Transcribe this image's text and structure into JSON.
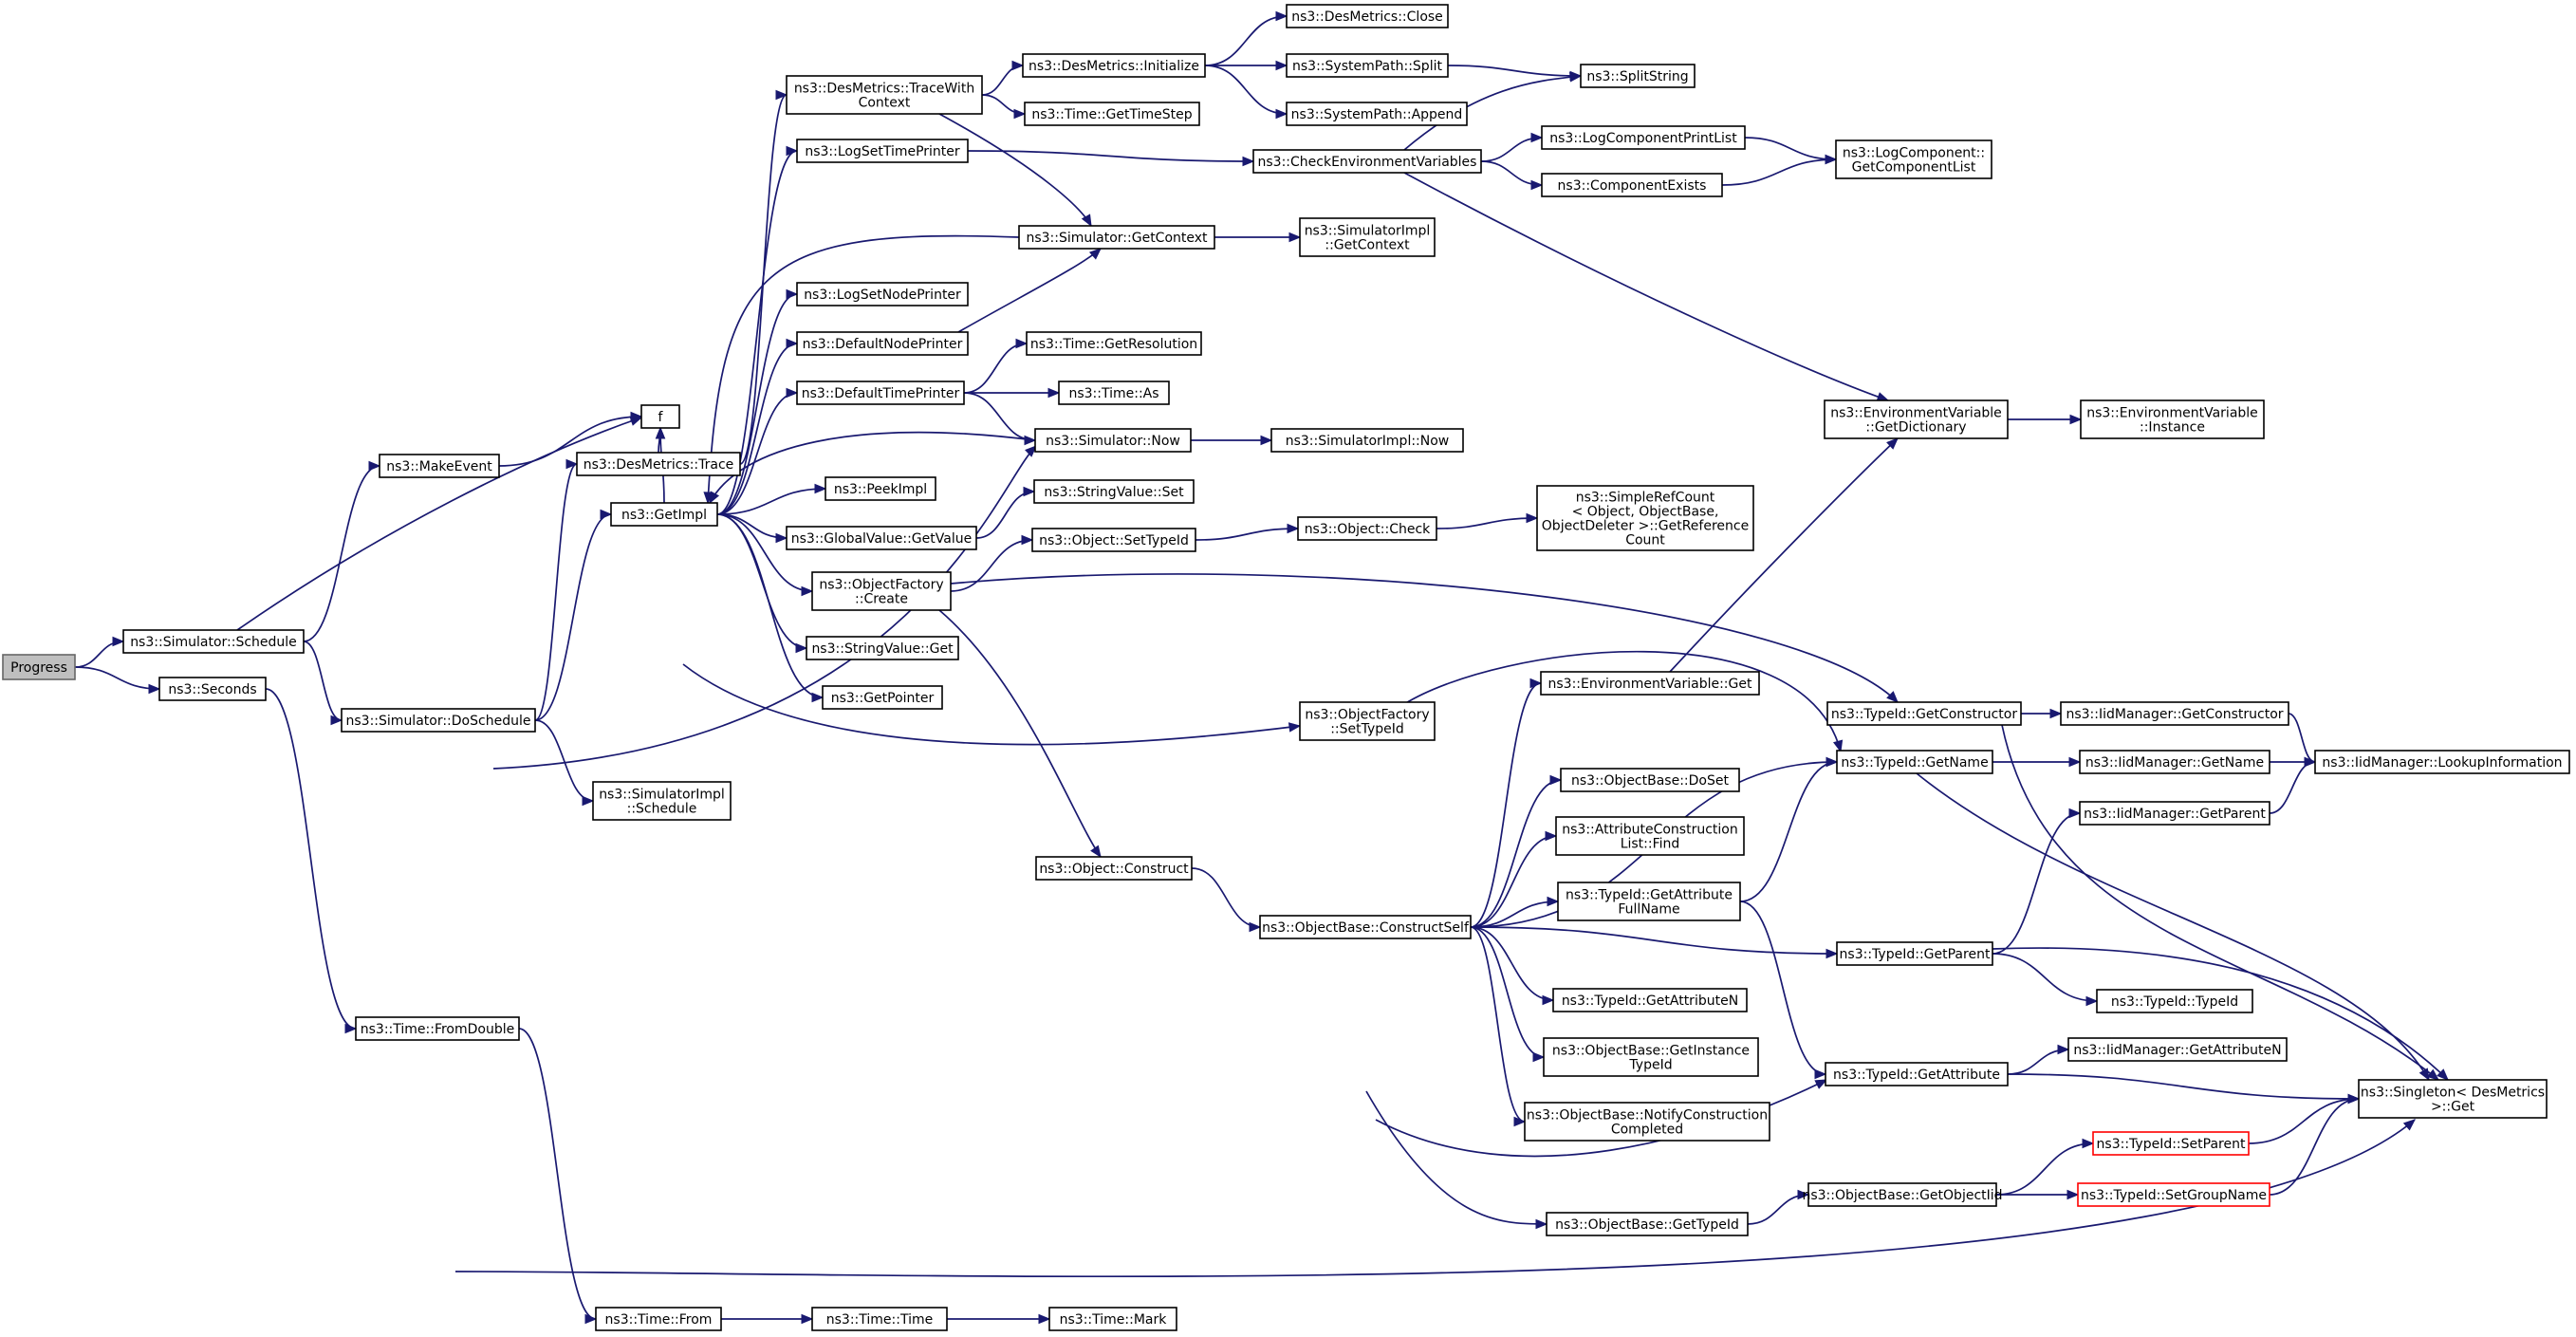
{
  "graph": {
    "edge_color": "#191970",
    "node_border": "#000000",
    "root_fill": "#bfbfbf",
    "truncated_node_border": "#ff0000",
    "nodes": [
      {
        "id": "progress",
        "label": [
          "Progress"
        ],
        "style": "root"
      },
      {
        "id": "sim_schedule",
        "label": [
          "ns3::Simulator::Schedule"
        ]
      },
      {
        "id": "seconds",
        "label": [
          "ns3::Seconds"
        ]
      },
      {
        "id": "makeevent",
        "label": [
          "ns3::MakeEvent"
        ]
      },
      {
        "id": "f",
        "label": [
          "f"
        ]
      },
      {
        "id": "sim_doschedule",
        "label": [
          "ns3::Simulator::DoSchedule"
        ]
      },
      {
        "id": "desmetrics_trace",
        "label": [
          "ns3::DesMetrics::Trace"
        ]
      },
      {
        "id": "getimpl",
        "label": [
          "ns3::GetImpl"
        ]
      },
      {
        "id": "simimpl_schedule",
        "label": [
          "ns3::SimulatorImpl",
          "::Schedule"
        ]
      },
      {
        "id": "time_fromdouble",
        "label": [
          "ns3::Time::FromDouble"
        ]
      },
      {
        "id": "time_from",
        "label": [
          "ns3::Time::From"
        ]
      },
      {
        "id": "time_time",
        "label": [
          "ns3::Time::Time"
        ]
      },
      {
        "id": "time_mark",
        "label": [
          "ns3::Time::Mark"
        ]
      },
      {
        "id": "tracewithcontext",
        "label": [
          "ns3::DesMetrics::TraceWith",
          "Context"
        ]
      },
      {
        "id": "logsettimeprinter",
        "label": [
          "ns3::LogSetTimePrinter"
        ]
      },
      {
        "id": "logsetnodeprinter",
        "label": [
          "ns3::LogSetNodePrinter"
        ]
      },
      {
        "id": "defaultnodeprinter",
        "label": [
          "ns3::DefaultNodePrinter"
        ]
      },
      {
        "id": "defaulttimeprinter",
        "label": [
          "ns3::DefaultTimePrinter"
        ]
      },
      {
        "id": "peekimpl",
        "label": [
          "ns3::PeekImpl"
        ]
      },
      {
        "id": "globalvalue_getvalue",
        "label": [
          "ns3::GlobalValue::GetValue"
        ]
      },
      {
        "id": "objectfactory_create",
        "label": [
          "ns3::ObjectFactory",
          "::Create"
        ]
      },
      {
        "id": "stringvalue_get",
        "label": [
          "ns3::StringValue::Get"
        ]
      },
      {
        "id": "getpointer",
        "label": [
          "ns3::GetPointer"
        ]
      },
      {
        "id": "desmetrics_initialize",
        "label": [
          "ns3::DesMetrics::Initialize"
        ]
      },
      {
        "id": "time_gettimestep",
        "label": [
          "ns3::Time::GetTimeStep"
        ]
      },
      {
        "id": "sim_getcontext",
        "label": [
          "ns3::Simulator::GetContext"
        ]
      },
      {
        "id": "time_getresolution",
        "label": [
          "ns3::Time::GetResolution"
        ]
      },
      {
        "id": "time_as",
        "label": [
          "ns3::Time::As"
        ]
      },
      {
        "id": "sim_now",
        "label": [
          "ns3::Simulator::Now"
        ]
      },
      {
        "id": "stringvalue_set",
        "label": [
          "ns3::StringValue::Set"
        ]
      },
      {
        "id": "object_settypeid",
        "label": [
          "ns3::Object::SetTypeId"
        ]
      },
      {
        "id": "object_construct",
        "label": [
          "ns3::Object::Construct"
        ]
      },
      {
        "id": "desmetrics_close",
        "label": [
          "ns3::DesMetrics::Close"
        ]
      },
      {
        "id": "systempath_split",
        "label": [
          "ns3::SystemPath::Split"
        ]
      },
      {
        "id": "systempath_append",
        "label": [
          "ns3::SystemPath::Append"
        ]
      },
      {
        "id": "checkenvvars",
        "label": [
          "ns3::CheckEnvironmentVariables"
        ]
      },
      {
        "id": "simimpl_getcontext",
        "label": [
          "ns3::SimulatorImpl",
          "::GetContext"
        ]
      },
      {
        "id": "simimpl_now",
        "label": [
          "ns3::SimulatorImpl::Now"
        ]
      },
      {
        "id": "object_check",
        "label": [
          "ns3::Object::Check"
        ]
      },
      {
        "id": "objectfactory_settypeid",
        "label": [
          "ns3::ObjectFactory",
          "::SetTypeId"
        ]
      },
      {
        "id": "objectbase_constructself",
        "label": [
          "ns3::ObjectBase::ConstructSelf"
        ]
      },
      {
        "id": "splitstring",
        "label": [
          "ns3::SplitString"
        ]
      },
      {
        "id": "logcomponentprintlist",
        "label": [
          "ns3::LogComponentPrintList"
        ]
      },
      {
        "id": "componentexists",
        "label": [
          "ns3::ComponentExists"
        ]
      },
      {
        "id": "simplerefcount",
        "label": [
          "ns3::SimpleRefCount",
          "< Object, ObjectBase,",
          "ObjectDeleter >::GetReference",
          "Count"
        ]
      },
      {
        "id": "envvar_get",
        "label": [
          "ns3::EnvironmentVariable::Get"
        ]
      },
      {
        "id": "objectbase_doset",
        "label": [
          "ns3::ObjectBase::DoSet"
        ]
      },
      {
        "id": "attrconstructionlist_find",
        "label": [
          "ns3::AttributeConstruction",
          "List::Find"
        ]
      },
      {
        "id": "typeid_getattributefullname",
        "label": [
          "ns3::TypeId::GetAttribute",
          "FullName"
        ]
      },
      {
        "id": "typeid_getattributen",
        "label": [
          "ns3::TypeId::GetAttributeN"
        ]
      },
      {
        "id": "objectbase_getinstancetypeid",
        "label": [
          "ns3::ObjectBase::GetInstance",
          "TypeId"
        ]
      },
      {
        "id": "objectbase_notifyconstructioncompleted",
        "label": [
          "ns3::ObjectBase::NotifyConstruction",
          "Completed"
        ]
      },
      {
        "id": "objectbase_gettypeid",
        "label": [
          "ns3::ObjectBase::GetTypeId"
        ]
      },
      {
        "id": "logcomponent_getcomponentlist",
        "label": [
          "ns3::LogComponent::",
          "GetComponentList"
        ]
      },
      {
        "id": "envvar_getdictionary",
        "label": [
          "ns3::EnvironmentVariable",
          "::GetDictionary"
        ]
      },
      {
        "id": "envvar_instance",
        "label": [
          "ns3::EnvironmentVariable",
          "::Instance"
        ]
      },
      {
        "id": "typeid_getconstructor",
        "label": [
          "ns3::TypeId::GetConstructor"
        ]
      },
      {
        "id": "typeid_getname",
        "label": [
          "ns3::TypeId::GetName"
        ]
      },
      {
        "id": "typeid_getparent",
        "label": [
          "ns3::TypeId::GetParent"
        ]
      },
      {
        "id": "typeid_getattribute",
        "label": [
          "ns3::TypeId::GetAttribute"
        ]
      },
      {
        "id": "objectbase_getobjectiid",
        "label": [
          "ns3::ObjectBase::GetObjectIid"
        ]
      },
      {
        "id": "iidmanager_getconstructor",
        "label": [
          "ns3::IidManager::GetConstructor"
        ]
      },
      {
        "id": "iidmanager_getname",
        "label": [
          "ns3::IidManager::GetName"
        ]
      },
      {
        "id": "iidmanager_getparent",
        "label": [
          "ns3::IidManager::GetParent"
        ]
      },
      {
        "id": "typeid_typeid",
        "label": [
          "ns3::TypeId::TypeId"
        ]
      },
      {
        "id": "iidmanager_getattributen",
        "label": [
          "ns3::IidManager::GetAttributeN"
        ]
      },
      {
        "id": "typeid_setparent",
        "label": [
          "ns3::TypeId::SetParent"
        ],
        "style": "red"
      },
      {
        "id": "typeid_setgroupname",
        "label": [
          "ns3::TypeId::SetGroupName"
        ],
        "style": "red"
      },
      {
        "id": "iidmanager_lookupinformation",
        "label": [
          "ns3::IidManager::LookupInformation"
        ]
      },
      {
        "id": "singleton_get",
        "label": [
          "ns3::Singleton< DesMetrics",
          ">::Get"
        ]
      }
    ],
    "edges": [
      [
        "progress",
        "sim_schedule"
      ],
      [
        "progress",
        "seconds"
      ],
      [
        "sim_schedule",
        "makeevent"
      ],
      [
        "sim_schedule",
        "f"
      ],
      [
        "sim_schedule",
        "sim_doschedule"
      ],
      [
        "makeevent",
        "f"
      ],
      [
        "seconds",
        "time_fromdouble"
      ],
      [
        "time_fromdouble",
        "time_from"
      ],
      [
        "time_from",
        "time_time"
      ],
      [
        "time_time",
        "time_mark"
      ],
      [
        "sim_doschedule",
        "desmetrics_trace"
      ],
      [
        "sim_doschedule",
        "getimpl"
      ],
      [
        "sim_doschedule",
        "simimpl_schedule"
      ],
      [
        "sim_doschedule",
        "sim_now"
      ],
      [
        "sim_doschedule",
        "singleton_get"
      ],
      [
        "desmetrics_trace",
        "f"
      ],
      [
        "desmetrics_trace",
        "tracewithcontext"
      ],
      [
        "getimpl",
        "f"
      ],
      [
        "getimpl",
        "logsettimeprinter"
      ],
      [
        "getimpl",
        "logsetnodeprinter"
      ],
      [
        "getimpl",
        "defaultnodeprinter"
      ],
      [
        "getimpl",
        "defaulttimeprinter"
      ],
      [
        "getimpl",
        "peekimpl"
      ],
      [
        "getimpl",
        "globalvalue_getvalue"
      ],
      [
        "getimpl",
        "objectfactory_create"
      ],
      [
        "getimpl",
        "stringvalue_get"
      ],
      [
        "getimpl",
        "getpointer"
      ],
      [
        "getimpl",
        "objectfactory_settypeid"
      ],
      [
        "sim_getcontext",
        "getimpl"
      ],
      [
        "sim_now",
        "getimpl"
      ],
      [
        "tracewithcontext",
        "desmetrics_initialize"
      ],
      [
        "tracewithcontext",
        "time_gettimestep"
      ],
      [
        "tracewithcontext",
        "sim_getcontext"
      ],
      [
        "desmetrics_initialize",
        "desmetrics_close"
      ],
      [
        "desmetrics_initialize",
        "systempath_split"
      ],
      [
        "desmetrics_initialize",
        "systempath_append"
      ],
      [
        "systempath_split",
        "splitstring"
      ],
      [
        "logsettimeprinter",
        "checkenvvars"
      ],
      [
        "checkenvvars",
        "splitstring"
      ],
      [
        "checkenvvars",
        "logcomponentprintlist"
      ],
      [
        "checkenvvars",
        "componentexists"
      ],
      [
        "checkenvvars",
        "envvar_getdictionary"
      ],
      [
        "logcomponentprintlist",
        "logcomponent_getcomponentlist"
      ],
      [
        "componentexists",
        "logcomponent_getcomponentlist"
      ],
      [
        "sim_getcontext",
        "simimpl_getcontext"
      ],
      [
        "defaultnodeprinter",
        "sim_getcontext"
      ],
      [
        "defaulttimeprinter",
        "time_getresolution"
      ],
      [
        "defaulttimeprinter",
        "time_as"
      ],
      [
        "defaulttimeprinter",
        "sim_now"
      ],
      [
        "sim_now",
        "simimpl_now"
      ],
      [
        "globalvalue_getvalue",
        "stringvalue_set"
      ],
      [
        "objectfactory_create",
        "object_settypeid"
      ],
      [
        "objectfactory_create",
        "object_construct"
      ],
      [
        "objectfactory_create",
        "typeid_getconstructor"
      ],
      [
        "object_settypeid",
        "object_check"
      ],
      [
        "object_check",
        "simplerefcount"
      ],
      [
        "object_construct",
        "objectbase_constructself"
      ],
      [
        "objectfactory_settypeid",
        "typeid_getname"
      ],
      [
        "objectbase_constructself",
        "envvar_get"
      ],
      [
        "objectbase_constructself",
        "typeid_getname"
      ],
      [
        "objectbase_constructself",
        "objectbase_doset"
      ],
      [
        "objectbase_constructself",
        "attrconstructionlist_find"
      ],
      [
        "objectbase_constructself",
        "typeid_getattributefullname"
      ],
      [
        "objectbase_constructself",
        "typeid_getparent"
      ],
      [
        "objectbase_constructself",
        "typeid_getattributen"
      ],
      [
        "objectbase_constructself",
        "objectbase_getinstancetypeid"
      ],
      [
        "objectbase_constructself",
        "objectbase_notifyconstructioncompleted"
      ],
      [
        "objectbase_constructself",
        "typeid_getattribute"
      ],
      [
        "objectbase_constructself",
        "objectbase_gettypeid"
      ],
      [
        "envvar_get",
        "envvar_getdictionary"
      ],
      [
        "envvar_getdictionary",
        "envvar_instance"
      ],
      [
        "typeid_getattributefullname",
        "typeid_getname"
      ],
      [
        "typeid_getattributefullname",
        "typeid_getattribute"
      ],
      [
        "objectbase_gettypeid",
        "objectbase_getobjectiid"
      ],
      [
        "objectbase_getobjectiid",
        "typeid_setparent"
      ],
      [
        "objectbase_getobjectiid",
        "typeid_setgroupname"
      ],
      [
        "typeid_getconstructor",
        "iidmanager_getconstructor"
      ],
      [
        "typeid_getconstructor",
        "singleton_get"
      ],
      [
        "typeid_getname",
        "iidmanager_getname"
      ],
      [
        "typeid_getname",
        "singleton_get"
      ],
      [
        "typeid_getparent",
        "iidmanager_getparent"
      ],
      [
        "typeid_getparent",
        "typeid_typeid"
      ],
      [
        "typeid_getparent",
        "singleton_get"
      ],
      [
        "typeid_getattribute",
        "iidmanager_getattributen"
      ],
      [
        "typeid_getattribute",
        "singleton_get"
      ],
      [
        "iidmanager_getconstructor",
        "iidmanager_lookupinformation"
      ],
      [
        "iidmanager_getname",
        "iidmanager_lookupinformation"
      ],
      [
        "iidmanager_getparent",
        "iidmanager_lookupinformation"
      ],
      [
        "typeid_setparent",
        "singleton_get"
      ],
      [
        "typeid_setgroupname",
        "singleton_get"
      ]
    ]
  }
}
